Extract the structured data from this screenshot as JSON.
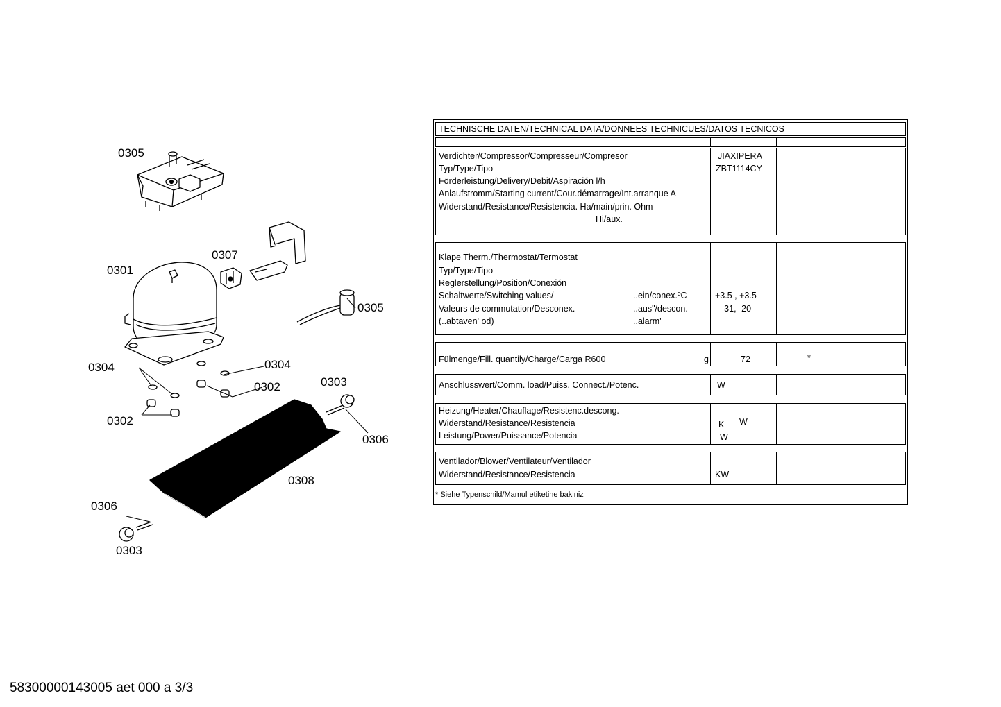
{
  "diagram": {
    "callouts": [
      {
        "id": "c1",
        "text": "0305"
      },
      {
        "id": "c2",
        "text": "0301"
      },
      {
        "id": "c3",
        "text": "0307"
      },
      {
        "id": "c4",
        "text": "0305"
      },
      {
        "id": "c5",
        "text": "0304"
      },
      {
        "id": "c6",
        "text": "0304"
      },
      {
        "id": "c7",
        "text": "0302"
      },
      {
        "id": "c8",
        "text": "0303"
      },
      {
        "id": "c9",
        "text": "0302"
      },
      {
        "id": "c10",
        "text": "0306"
      },
      {
        "id": "c11",
        "text": "0308"
      },
      {
        "id": "c12",
        "text": "0306"
      },
      {
        "id": "c13",
        "text": "0303"
      }
    ]
  },
  "table": {
    "title": "TECHNISCHE DATEN/TECHNICAL DATA/DONNEES TECHNICUES/DATOS TECNICOS",
    "compressor": {
      "lines": [
        "Verdichter/Compressor/Compresseur/Compresor",
        "Typ/Type/Tipo",
        "Förderleistung/Delivery/Debit/Aspiración l/h",
        "Anlaufstromm/Startlng current/Cour.démarrage/Int.arranque   A",
        "Widerstand/Resistance/Resistencia. Ha/main/prin. Ohm"
      ],
      "aux": "Hi/aux.",
      "brand": "JIAXIPERA",
      "model": "ZBT1114CY"
    },
    "thermostat": {
      "lines": [
        "Klape Therm./Thermostat/Termostat",
        "Typ/Type/Tipo",
        "Reglerstellung/Position/Conexión",
        "Schaltwerte/Switching values/",
        "Valeurs de commutation/Desconex.",
        "(..abtaven' od)"
      ],
      "mid": [
        "..ein/conex.ºC",
        "..aus\"/descon.",
        "..alarm'"
      ],
      "values": [
        "+3.5 ,  +3.5",
        "-31,  -20"
      ]
    },
    "fill": {
      "label": "Fülmenge/Fill. quantily/Charge/Carga   R600",
      "unit": "g",
      "value": "72",
      "note": "*"
    },
    "load": {
      "label": "Anschlusswert/Comm. load/Puiss. Connect./Potenc.",
      "unit": "W"
    },
    "heater": {
      "lines": [
        "Heizung/Heater/Chauflage/Resistenc.descong.",
        "Widerstand/Resistance/Resistencia",
        "Leistung/Power/Puissance/Potencia"
      ],
      "u1": "K",
      "u2": "W",
      "u3": "W"
    },
    "blower": {
      "lines": [
        "Ventilador/Blower/Ventilateur/Ventilador",
        "Widerstand/Resistance/Resistencia"
      ],
      "unit": "KW"
    },
    "footnote": "* Siehe Typenschild/Mamul etiketine bakiniz"
  },
  "footer": {
    "code": "58300000143005 aet 000 a 3/3"
  }
}
